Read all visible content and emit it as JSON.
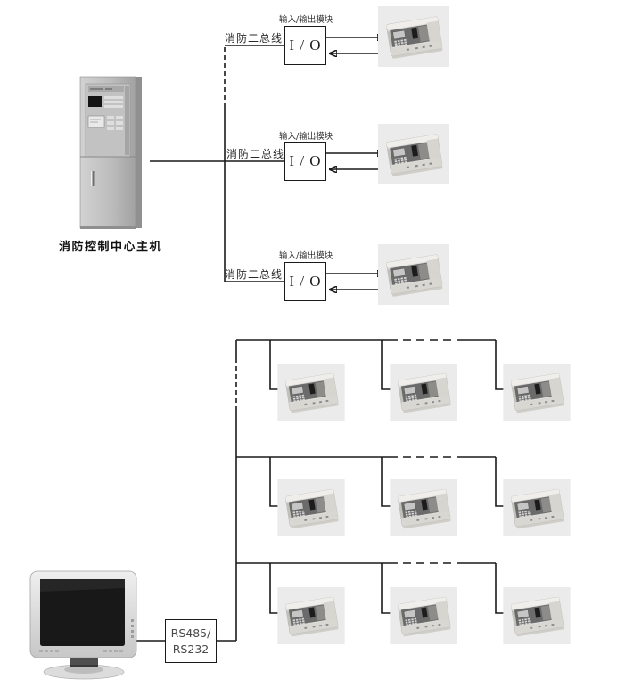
{
  "colors": {
    "wire": "#1a1a1a",
    "label_text": "#2a2a2a",
    "interface_text": "#4a4a4a",
    "device_photo_bg": "#ebebeb"
  },
  "host": {
    "label": "消防控制中心主机",
    "icon": "fire-control-cabinet"
  },
  "io_units": [
    {
      "bus_label": "消防二总线",
      "module_label": "输入/输出模块",
      "io_label": "I / O",
      "device_icon": "repeater-unit-photo"
    },
    {
      "bus_label": "消防二总线",
      "module_label": "输入/输出模块",
      "io_label": "I / O",
      "device_icon": "repeater-unit-photo"
    },
    {
      "bus_label": "消防二总线",
      "module_label": "输入/输出模块",
      "io_label": "I / O",
      "device_icon": "repeater-unit-photo"
    }
  ],
  "workstation": {
    "icon": "crt-monitor"
  },
  "interface_box": {
    "line1": "RS485/",
    "line2": "RS232"
  },
  "network": {
    "rows": 3,
    "devices_per_row": 3,
    "device_icon": "repeater-unit-photo"
  }
}
